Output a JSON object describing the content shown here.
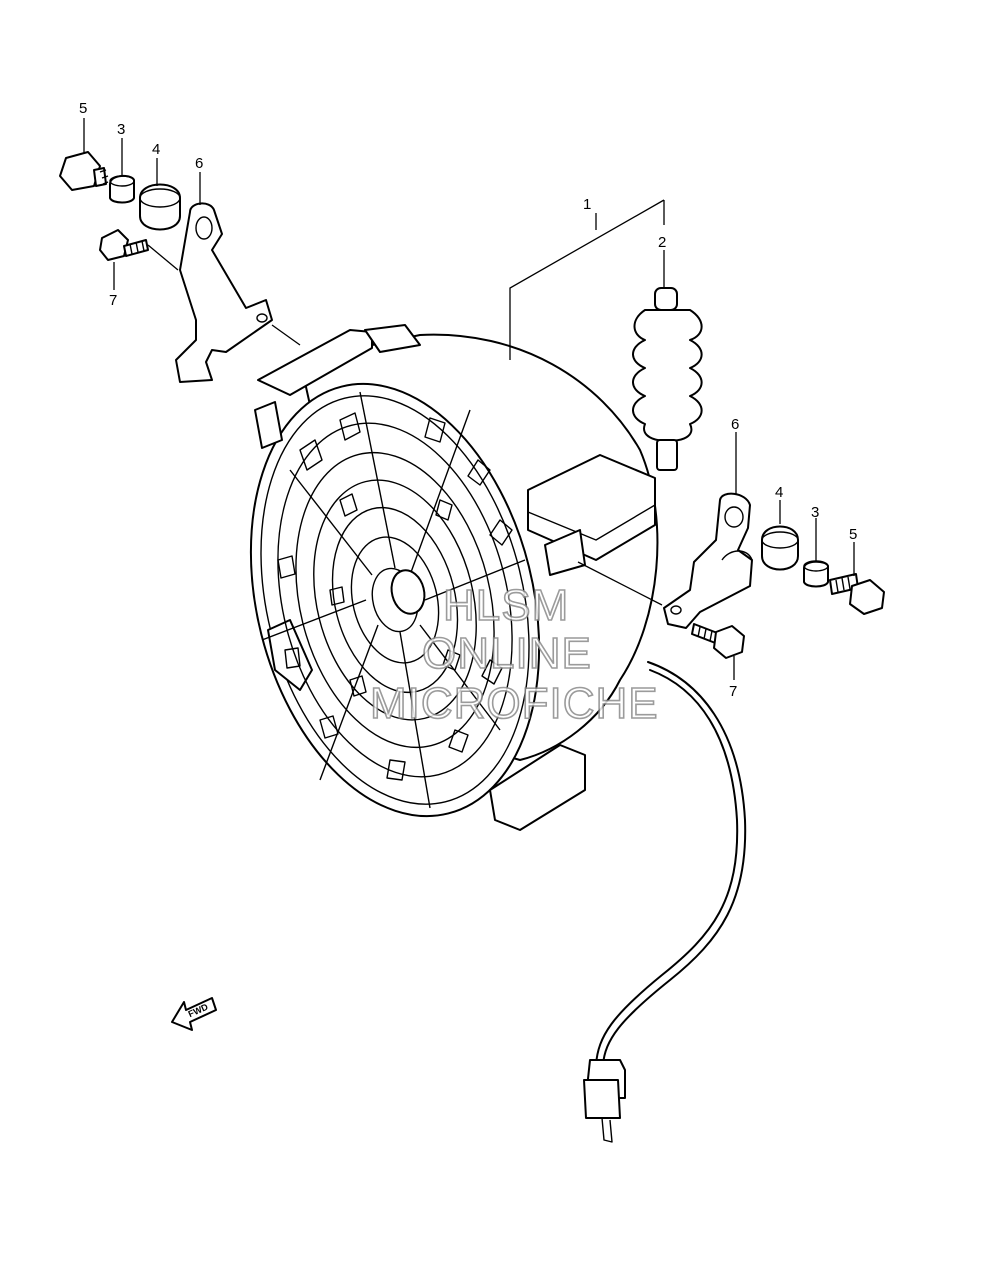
{
  "callouts": [
    {
      "id": "c1",
      "label": "1"
    },
    {
      "id": "c2",
      "label": "2"
    },
    {
      "id": "c3a",
      "label": "3"
    },
    {
      "id": "c3b",
      "label": "3"
    },
    {
      "id": "c4a",
      "label": "4"
    },
    {
      "id": "c4b",
      "label": "4"
    },
    {
      "id": "c5a",
      "label": "5"
    },
    {
      "id": "c5b",
      "label": "5"
    },
    {
      "id": "c6a",
      "label": "6"
    },
    {
      "id": "c6b",
      "label": "6"
    },
    {
      "id": "c7a",
      "label": "7"
    },
    {
      "id": "c7b",
      "label": "7"
    }
  ],
  "watermark": {
    "line1": "HLSM",
    "line2": "ONLINE",
    "line3": "MICROFICHE"
  },
  "fwd_arrow": {
    "label": "FWD"
  }
}
